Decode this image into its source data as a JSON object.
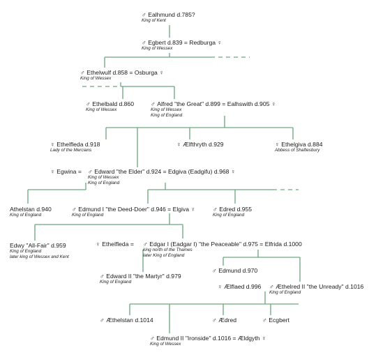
{
  "symbols": {
    "male": "♂",
    "female": "♀"
  },
  "colors": {
    "line": "#6aa67c",
    "text": "#1a1a1a",
    "background": "#ffffff"
  },
  "people": {
    "ealhmund": {
      "name": "Ealhmund d.785?",
      "titles": [
        "King of Kent"
      ]
    },
    "egbert": {
      "name": "Egbert d.839 =  Redburga",
      "titles": [
        "King of Wessex"
      ]
    },
    "ethelwulf": {
      "name": "Ethelwulf d.858 = Osburga",
      "titles": [
        "King of Wessex"
      ]
    },
    "ethelbald": {
      "name": "Ethelbald d.860",
      "titles": [
        "King of Wessex"
      ]
    },
    "alfred": {
      "name": "Alfred \"the Great\" d.899 = Ealhswith d.905",
      "titles": [
        "King of Wessex",
        "King of England"
      ]
    },
    "ethelfleda_mercia": {
      "name": "Ethelfleda d.918",
      "titles": [
        "Lady of the Mercians"
      ]
    },
    "aelfthryth": {
      "name": "Ælfthryth d.929",
      "titles": []
    },
    "ethelgiva": {
      "name": "Ethelgiva d.884",
      "titles": [
        "Abbess of Shaftesbury"
      ]
    },
    "edward_elder_a": {
      "name": "Egwina =",
      "titles": []
    },
    "edward_elder_b": {
      "name": "Edward \"the Elder\" d.924 = Edgiva (Eadgifu) d.968",
      "titles": [
        "King of Wessex",
        "King of England"
      ]
    },
    "athelstan": {
      "name": "Athelstan d.940",
      "titles": [
        "King of England"
      ]
    },
    "edmund_i": {
      "name": "Edmund I \"the Deed-Doer\" d.946 = Elgiva",
      "titles": [
        "King of England"
      ]
    },
    "edred": {
      "name": "Edred d.955",
      "titles": [
        "King of England"
      ]
    },
    "edwy": {
      "name": "Edwy \"All-Fair\" d.959",
      "titles": [
        "King of England",
        "later king of  Wessex and Kent"
      ]
    },
    "edgar_a": {
      "name": "Ethelfleda =",
      "titles": []
    },
    "edgar_b": {
      "name": "Edgar I (Eadgar I) \"the Peaceable\" d.975 = Elfrida d.1000",
      "titles": [
        "king north of the Thames",
        "later King of England"
      ]
    },
    "edmund_970": {
      "name": "Edmund d.970",
      "titles": []
    },
    "edward_martyr": {
      "name": "Edward II \"the Martyr\" d.979",
      "titles": [
        "King of England"
      ]
    },
    "ethelred_a": {
      "name": "Ælflaed d.996",
      "titles": []
    },
    "ethelred_b": {
      "name": "Æthelred II \"the Unready\" d.1016",
      "titles": [
        "King of England"
      ]
    },
    "aethelstan": {
      "name": "Æthelstan d.1014",
      "titles": []
    },
    "aedred": {
      "name": "Ædred",
      "titles": []
    },
    "ecgbert": {
      "name": "Ecgbert",
      "titles": []
    },
    "edmund_ii": {
      "name": "Edmund II \"Ironside\" d.1016 = Ældgyth",
      "titles": [
        "King of Wessex"
      ]
    }
  }
}
